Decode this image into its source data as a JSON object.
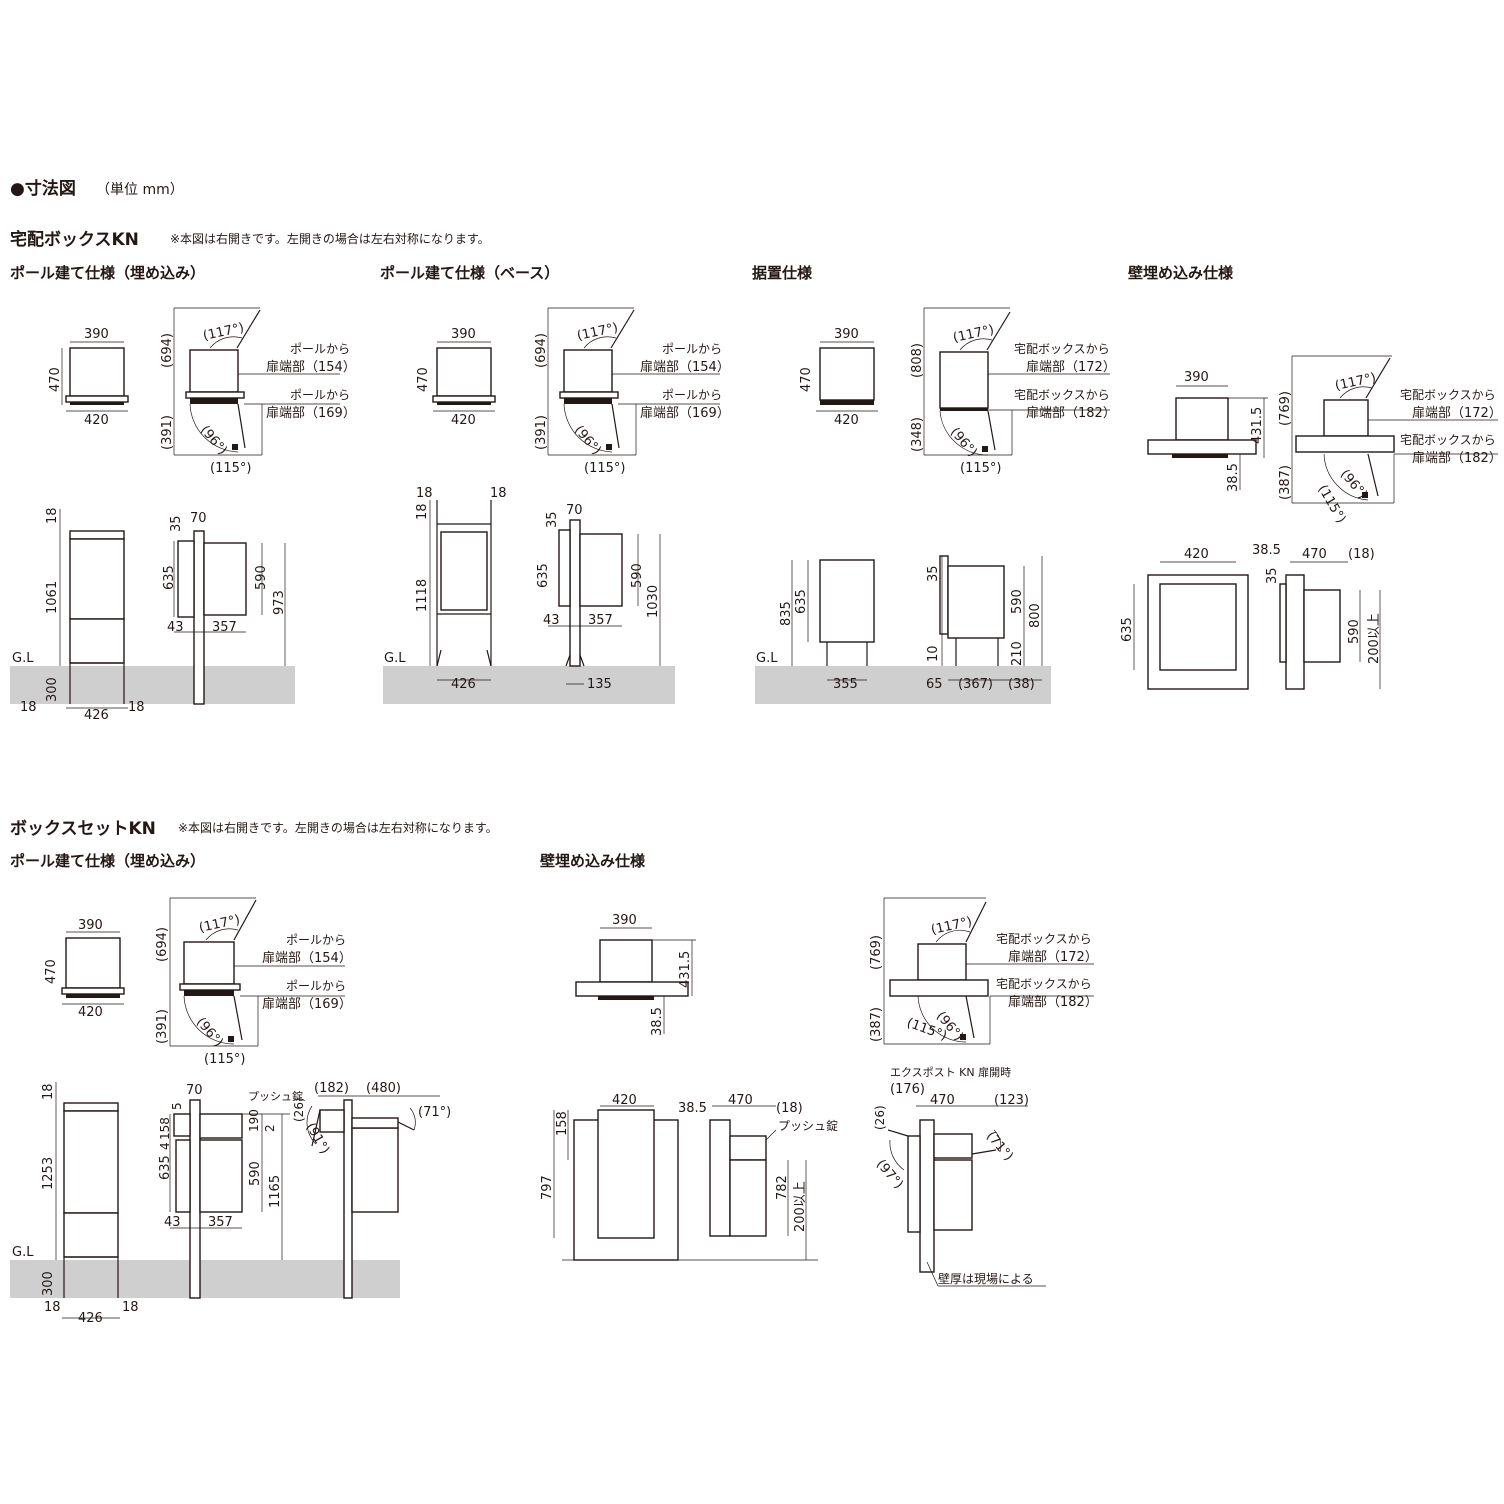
{
  "page_title": "●寸法図",
  "page_unit": "（単位 mm）",
  "section1": {
    "title": "宅配ボックスKN",
    "note": "※本図は右開きです。左開きの場合は左右対称になります。",
    "views": [
      {
        "title": "ポール建て仕様（埋め込み）",
        "plan": {
          "top": "390",
          "side": "470",
          "bottom": "420"
        },
        "door": {
          "up": "(694)",
          "down": "(391)",
          "a117": "(117°)",
          "a96": "(96°)",
          "a115": "(115°)",
          "l1a": "ポールから",
          "l1b": "扉端部（154）",
          "l2a": "ポールから",
          "l2b": "扉端部（169）"
        },
        "elev": {
          "d18t": "18",
          "h": "1061",
          "gl": "G.L",
          "d300": "300",
          "d18l": "18",
          "w": "426",
          "d18r": "18"
        },
        "side": {
          "d35": "35",
          "d70": "70",
          "d635": "635",
          "d590": "590",
          "d973": "973",
          "d43": "43",
          "d357": "357"
        }
      },
      {
        "title": "ポール建て仕様（ベース）",
        "plan": {
          "top": "390",
          "side": "470",
          "bottom": "420"
        },
        "door": {
          "up": "(694)",
          "down": "(391)",
          "a117": "(117°)",
          "a96": "(96°)",
          "a115": "(115°)",
          "l1a": "ポールから",
          "l1b": "扉端部（154）",
          "l2a": "ポールから",
          "l2b": "扉端部（169）"
        },
        "elev": {
          "d18a": "18",
          "d18b": "18",
          "d18c": "18",
          "h": "1118",
          "gl": "G.L",
          "w": "426"
        },
        "side": {
          "d35": "35",
          "d70": "70",
          "d635": "635",
          "d590": "590",
          "d1030": "1030",
          "d43": "43",
          "d357": "357",
          "d135": "135"
        }
      },
      {
        "title": "据置仕様",
        "plan": {
          "top": "390",
          "side": "470",
          "bottom": "420"
        },
        "door": {
          "up": "(808)",
          "down": "(348)",
          "a117": "(117°)",
          "a96": "(96°)",
          "a115": "(115°)",
          "l1a": "宅配ボックスから",
          "l1b": "扉端部（172）",
          "l2a": "宅配ボックスから",
          "l2b": "扉端部（182）"
        },
        "elev": {
          "d835": "835",
          "d635": "635",
          "gl": "G.L",
          "w": "355"
        },
        "side": {
          "d35": "35",
          "d590": "590",
          "d800": "800",
          "d10": "10",
          "d210": "210",
          "d65": "65",
          "d367": "(367)",
          "d38": "(38)"
        }
      },
      {
        "title": "壁埋め込み仕様",
        "plan": {
          "top": "390",
          "d431": "431.5",
          "d38": "38.5"
        },
        "door": {
          "up": "(769)",
          "down": "(387)",
          "a117": "(117°)",
          "a96": "(96°)",
          "a115": "(115°)",
          "l1a": "宅配ボックスから",
          "l1b": "扉端部（172）",
          "l2a": "宅配ボックスから",
          "l2b": "扉端部（182）"
        },
        "elev": {
          "d420": "420",
          "d635": "635"
        },
        "side": {
          "d38": "38.5",
          "d470": "470",
          "d18": "(18)",
          "d35": "35",
          "d590": "590",
          "d200": "200以上"
        }
      }
    ]
  },
  "section2": {
    "title": "ボックスセットKN",
    "note": "※本図は右開きです。左開きの場合は左右対称になります。",
    "pole": {
      "title": "ポール建て仕様（埋め込み）",
      "plan": {
        "top": "390",
        "side": "470",
        "bottom": "420"
      },
      "door": {
        "up": "(694)",
        "down": "(391)",
        "a117": "(117°)",
        "a96": "(96°)",
        "a115": "(115°)",
        "l1a": "ポールから",
        "l1b": "扉端部（154）",
        "l2a": "ポールから",
        "l2b": "扉端部（169）"
      },
      "elev": {
        "d18t": "18",
        "h": "1253",
        "gl": "G.L",
        "d300": "300",
        "d18l": "18",
        "w": "426",
        "d18r": "18"
      },
      "side": {
        "d70": "70",
        "d158": "158",
        "d5": "5",
        "d4": "4",
        "d635": "635",
        "push": "プッシュ錠",
        "d190": "190",
        "d2": "2",
        "d590": "590",
        "d1165": "1165",
        "d43": "43",
        "d357": "357"
      },
      "open": {
        "d182": "(182)",
        "d480": "(480)",
        "d26": "(26)",
        "a91": "(91°)",
        "a71": "(71°)"
      }
    },
    "wall": {
      "title": "壁埋め込み仕様",
      "plan": {
        "top": "390",
        "d431": "431.5",
        "d38": "38.5"
      },
      "door": {
        "up": "(769)",
        "down": "(387)",
        "a117": "(117°)",
        "a96": "(96°)",
        "a115": "(115°)",
        "l1a": "宅配ボックスから",
        "l1b": "扉端部（172）",
        "l2a": "宅配ボックスから",
        "l2b": "扉端部（182）"
      },
      "elev": {
        "d420": "420",
        "d158": "158",
        "d797": "797"
      },
      "side": {
        "d38": "38.5",
        "d470": "470",
        "d18": "(18)",
        "push": "プッシュ錠",
        "d782": "782",
        "d200": "200以上"
      },
      "open": {
        "caption": "エクスポスト KN 扉開時",
        "d176": "(176)",
        "d26": "(26)",
        "d470": "470",
        "d123": "(123)",
        "a97": "(97°)",
        "a71": "(71°)",
        "wall": "壁厚は現場による"
      }
    }
  }
}
